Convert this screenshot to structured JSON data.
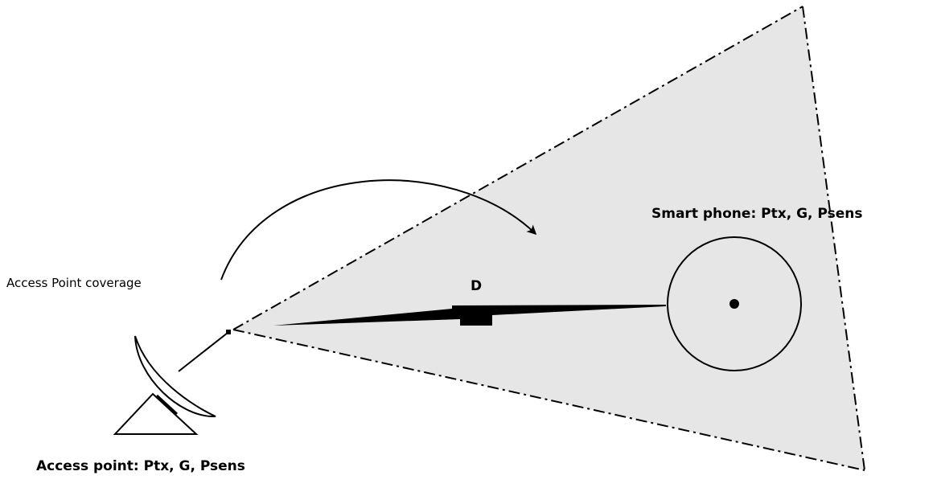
{
  "labels": {
    "coverage": "Access Point coverage",
    "distance": "D",
    "smartphone": "Smart phone: Ptx, G, Psens",
    "access_point": "Access point: Ptx, G, Psens"
  },
  "colors": {
    "coverage_fill": "#e6e6e6",
    "stroke": "#000000",
    "background": "#ffffff"
  }
}
